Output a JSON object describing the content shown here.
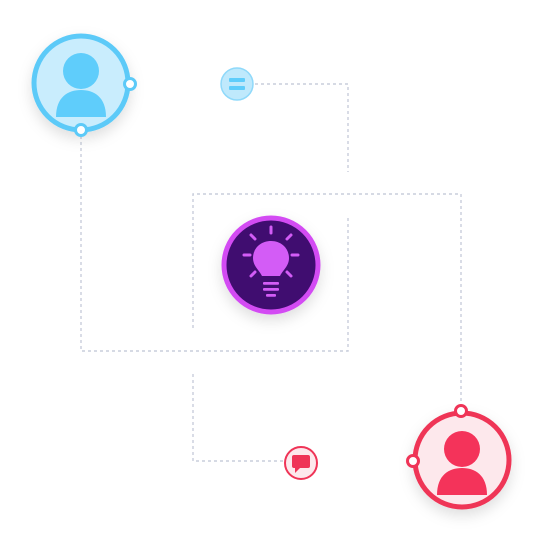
{
  "colors": {
    "background": "#ffffff",
    "connector_dash": "#c9cedb",
    "blue_ring": "#5ccaf8",
    "blue_fill": "#c9edfd",
    "blue_figure": "#5fcdfb",
    "blue_link": "#bfe9fc",
    "pink_ring": "#ef3457",
    "pink_fill": "#fde8ec",
    "pink_figure": "#f4335a",
    "pink_link": "#f6b9c6",
    "idea_ring": "#d34cf3",
    "idea_fill": "#3f0870",
    "idea_bulb": "#d35cf6"
  },
  "nodes": [
    {
      "id": "user-a",
      "icon": "user-icon",
      "role": "top-left user avatar",
      "theme": "blue"
    },
    {
      "id": "idea",
      "icon": "lightbulb-icon",
      "role": "central idea",
      "theme": "purple"
    },
    {
      "id": "user-b",
      "icon": "user-icon",
      "role": "bottom-right user avatar",
      "theme": "pink"
    }
  ],
  "badges": [
    {
      "id": "badge-a",
      "icon": "equals-icon",
      "attached_to": "user-a"
    },
    {
      "id": "badge-b",
      "icon": "chat-bubble-icon",
      "attached_to": "user-b"
    }
  ]
}
